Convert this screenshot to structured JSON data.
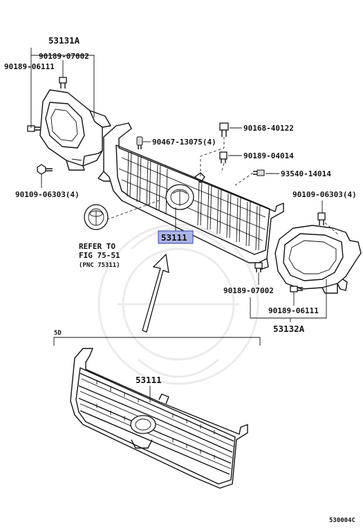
{
  "labels": {
    "upper_grille": "53111",
    "lower_grille": "53111",
    "headlamp_housing_left": "53131A",
    "headlamp_housing_right": "53132A",
    "screw_upper_left": "90189-07002",
    "screw_side_left": "90189-06111",
    "bolt_lower_left": "90109-06303(4)",
    "clip_grille": "90467-13075(4)",
    "bolt_grille_top": "90168-40122",
    "screw_grille_top": "90189-04014",
    "screw_grille_side": "93540-14014",
    "bolt_right": "90109-06303(4)",
    "screw_right_lower": "90189-07002",
    "screw_right_side": "90189-06111",
    "refer_line1": "REFER TO",
    "refer_line2": "FIG 75-51",
    "refer_line3": "(PNC 75311)",
    "variant": "5D",
    "diagram_code": "530004C"
  },
  "colors": {
    "highlight_fill": "#aab4e8",
    "highlight_border": "#3a3f9e",
    "line": "#111111"
  }
}
